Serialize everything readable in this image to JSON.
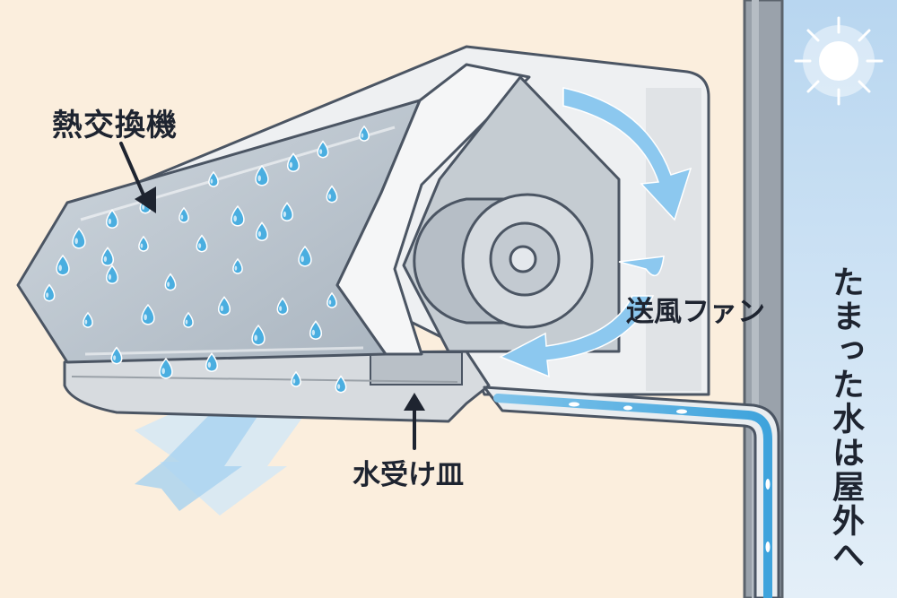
{
  "labels": {
    "heat_exchanger": "熱交換機",
    "fan": "送風ファン",
    "drain_tray": "水受け皿",
    "drain_outdoor": "たまった水は屋外へ"
  },
  "colors": {
    "wall_background": "#fbeedd",
    "sky": "#cfe3f4",
    "unit_body": "#eef0f2",
    "heat_exchanger": "#b9c3cd",
    "water": "#4aaee0",
    "air_arrow": "#8cc8ef",
    "outline": "#4b5563",
    "text": "#1e2430"
  },
  "icons": [
    "water-drop-icon",
    "sun-icon",
    "airflow-arrow-icon",
    "pointer-arrow-icon"
  ]
}
